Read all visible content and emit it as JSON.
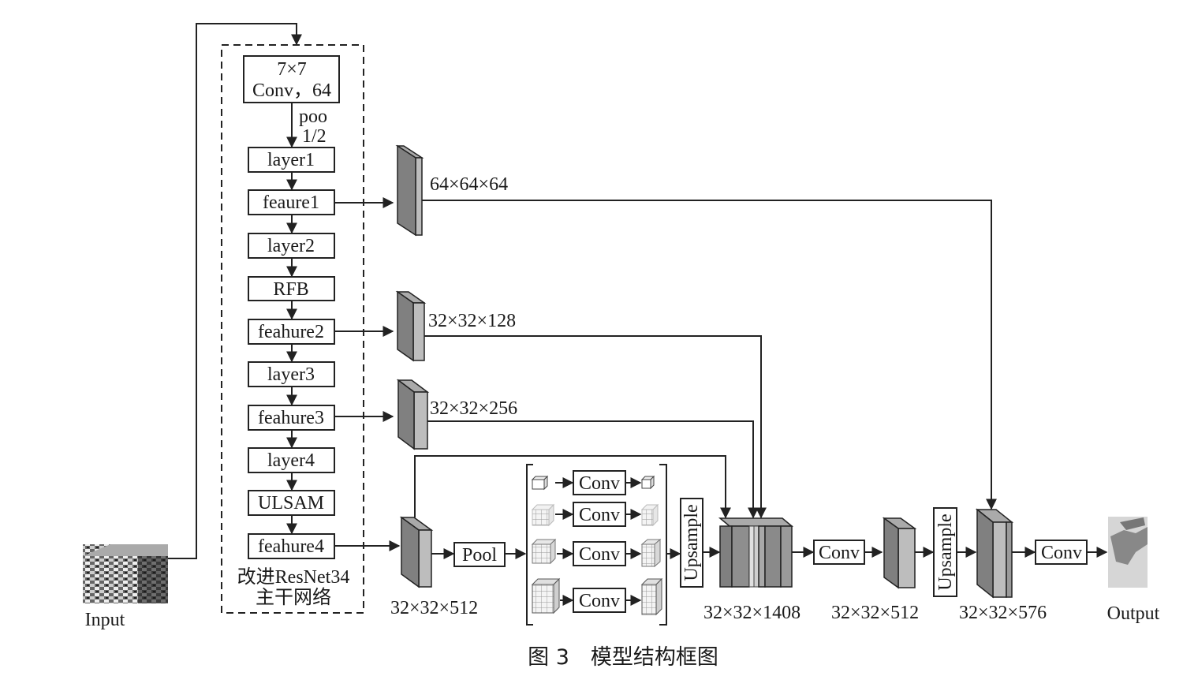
{
  "backbone": {
    "conv_line1": "7×7",
    "conv_line2": "Conv，64",
    "pool_line1": "poo",
    "pool_line2": "1/2",
    "layer1": "layer1",
    "feature1": "feaure1",
    "layer2": "layer2",
    "rfb": "RFB",
    "feature2": "feahure2",
    "layer3": "layer3",
    "feature3": "feahure3",
    "layer4": "layer4",
    "ulsam": "ULSAM",
    "feature4": "feahure4",
    "caption_line1": "改进ResNet34",
    "caption_line2": "主干网络"
  },
  "io": {
    "input": "Input",
    "output": "Output"
  },
  "dims": {
    "f1": "64×64×64",
    "f2": "32×32×128",
    "f3": "32×32×256",
    "f4": "32×32×512",
    "concat": "32×32×1408",
    "conv_out": "32×32×512",
    "up_out": "32×32×576"
  },
  "ops": {
    "pool": "Pool",
    "conv": "Conv",
    "upsample": "Upsample"
  },
  "figure_caption": "图 3　模型结构框图"
}
